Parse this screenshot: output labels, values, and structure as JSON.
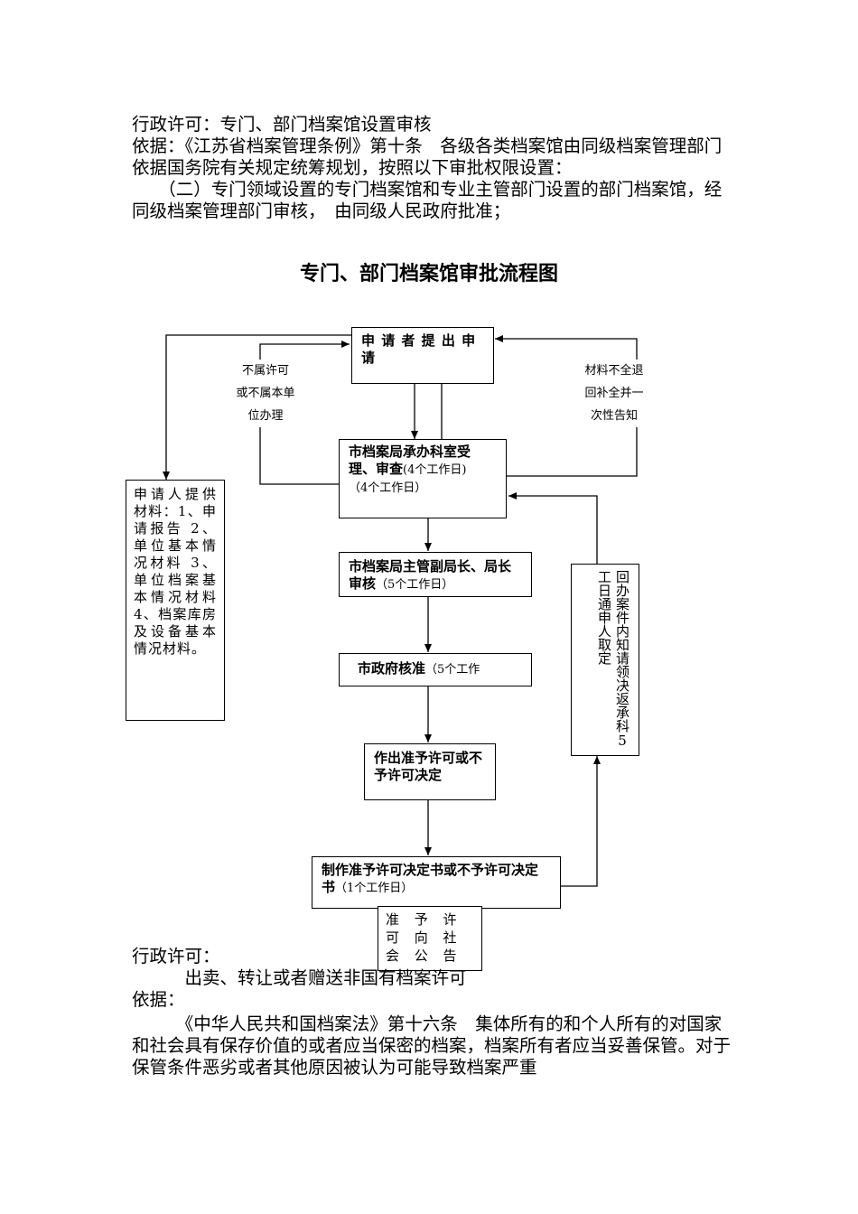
{
  "header": {
    "line1": "行政许可：专门、部门档案馆设置审核",
    "line2": "依据：《江苏省档案管理条例》第十条　各级各类档案馆由同级档案管理部门依据国务院有关规定统筹规划，按照以下审批权限设置：",
    "line3": "　　（二）专门领域设置的专门档案馆和专业主管部门设置的部门档案馆，经同级档案管理部门审核，　由同级人民政府批准；"
  },
  "diagram": {
    "title": "专门、部门档案馆审批流程图",
    "step1": "申 请 者 提 出 申 请",
    "step2_bold": "市档案局承办科室受理、审查",
    "step2_note": "(4个工作日)",
    "step2_note2": "（4个工作日）",
    "step3_bold": "市档案局主管副局长、局长审核",
    "step3_note": "（5个工作日）",
    "step4_bold": "市政府核准",
    "step4_note": "（5个工作",
    "step5_bold": "作出准予许可或不予许可决定",
    "step6_bold": "制作准予许可决定书或不予许可决定书",
    "step6_note": "（1个工作日）",
    "step7": "准 予 许 可 向 社 会 公 告",
    "materials": "申请人提供材料：1、申请报告 2、单位基本情况材料 3、单位档案基本情况材料 4、档案库房及设备基本情况材料。",
    "left_note": [
      "不属许可",
      "或不属本单",
      "位办理"
    ],
    "right_note": [
      "材料不全退",
      "回补全并一",
      "次性告知"
    ],
    "return_col1": "回办案件内知请领决",
    "return_col2": "返承科5工日通申人取定"
  },
  "footer": {
    "line1": "行政许可：",
    "line2": "　　　出卖、转让或者赠送非国有档案许可",
    "line3": "依据：",
    "line4": "　　　《中华人民共和国档案法》第十六条　集体所有的和个人所有的对国家和社会具有保存价值的或者应当保密的档案，档案所有者应当妥善保管。对于保管条件恶劣或者其他原因被认为可能导致档案严重"
  }
}
